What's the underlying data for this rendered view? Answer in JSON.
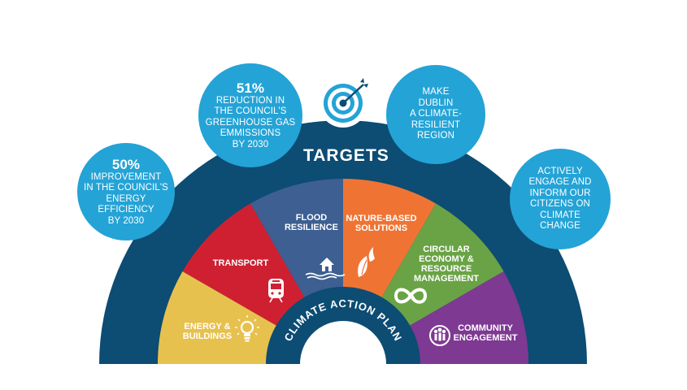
{
  "diagram": {
    "title": "TARGETS",
    "center_label": "CLIMATE ACTION PLAN",
    "colors": {
      "outer_arc": "#0d4c73",
      "bubble": "#24a3d6",
      "energy_buildings": "#e7c14e",
      "transport": "#cf2032",
      "flood_resilience": "#3d5f92",
      "nature_based": "#ef7434",
      "circular_economy": "#6aa345",
      "community": "#7e3992",
      "center_ring": "#0d4c73"
    },
    "targets": [
      {
        "headline": "50%",
        "text": "IMPROVEMENT\nIN THE COUNCIL'S\nENERGY\nEFFICIENCY\nBY 2030"
      },
      {
        "headline": "51%",
        "text": "REDUCTION IN\nTHE COUNCIL'S\nGREENHOUSE GAS\nEMMISSIONS\nBY 2030"
      },
      {
        "headline": "",
        "text": "MAKE\nDUBLIN\nA CLIMATE-\nRESILIENT\nREGION"
      },
      {
        "headline": "",
        "text": "ACTIVELY\nENGAGE AND\nINFORM OUR\nCITIZENS ON\nCLIMATE\nCHANGE"
      }
    ],
    "action_areas": [
      {
        "label": "ENERGY &\nBUILDINGS",
        "icon": "lightbulb-icon"
      },
      {
        "label": "TRANSPORT",
        "icon": "train-icon"
      },
      {
        "label": "FLOOD\nRESILIENCE",
        "icon": "house-flood-icon"
      },
      {
        "label": "NATURE-BASED\nSOLUTIONS",
        "icon": "leaf-icon"
      },
      {
        "label": "CIRCULAR\nECONOMY &\nRESOURCE\nMANAGEMENT",
        "icon": "infinity-recycle-icon"
      },
      {
        "label": "COMMUNITY\nENGAGEMENT",
        "icon": "people-icon"
      }
    ],
    "top_icon": "target-arrow-icon"
  }
}
